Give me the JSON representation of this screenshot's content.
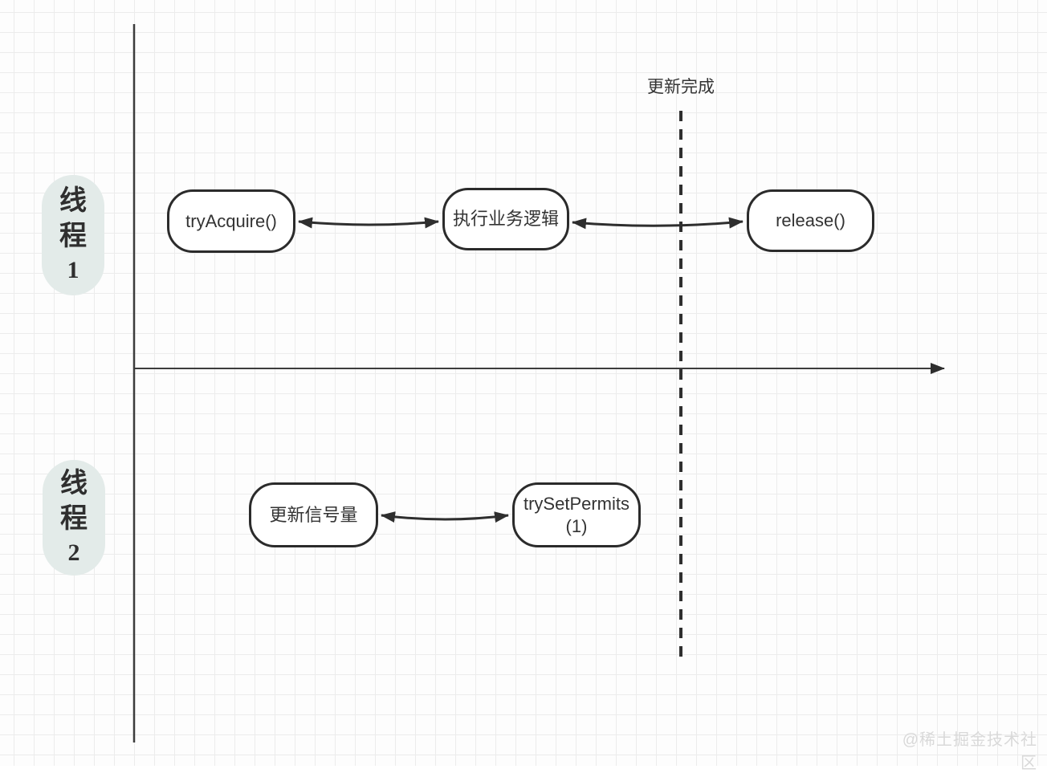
{
  "canvas": {
    "background": "#fdfdfd"
  },
  "threads": [
    {
      "id": "thread-1",
      "chars": [
        "线",
        "程",
        "1"
      ]
    },
    {
      "id": "thread-2",
      "chars": [
        "线",
        "程",
        "2"
      ]
    }
  ],
  "nodes": {
    "try_acquire": {
      "label": "tryAcquire()"
    },
    "business_logic": {
      "label": "执行业务逻辑"
    },
    "release": {
      "label": "release()"
    },
    "update_semaphore": {
      "label": "更新信号量"
    },
    "try_set_permits": {
      "label": "trySetPermits(1)"
    }
  },
  "annotations": {
    "update_complete": "更新完成",
    "watermark": "@稀土掘金技术社区"
  },
  "colors": {
    "canvas_bg": "#fdfdfd",
    "grid": "#ececec",
    "node_border": "#2b2b2b",
    "line": "#353535",
    "pill_bg": "#e3ebe9",
    "watermark": "#d9d9d9"
  }
}
